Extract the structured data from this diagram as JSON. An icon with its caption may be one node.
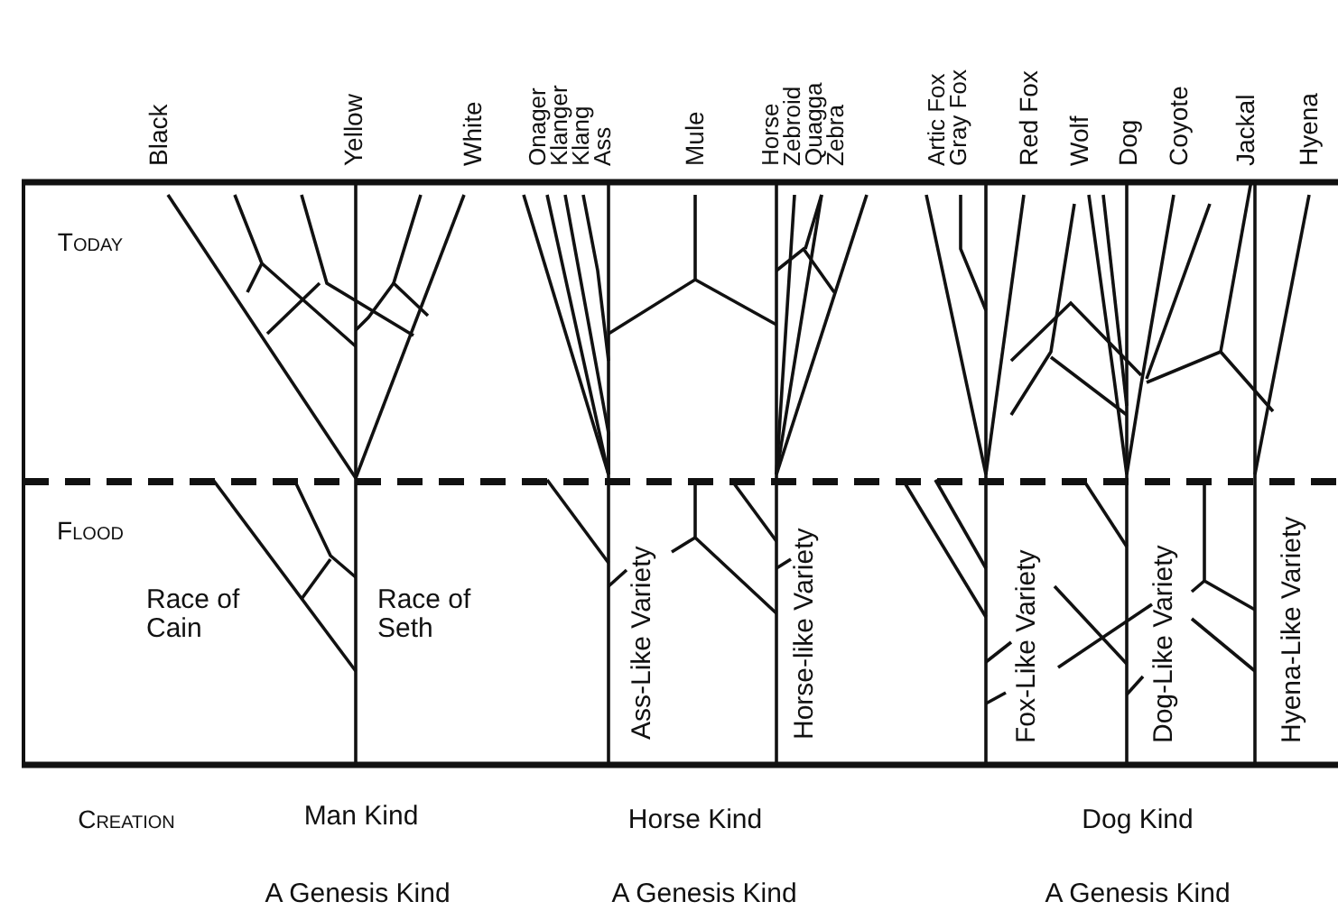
{
  "diagram": {
    "labels": [
      "Black",
      "Yellow",
      "White",
      "Onager",
      "Klanger",
      "Klang",
      "Ass",
      "Mule",
      "Horse",
      "Zebroid",
      "Quagga",
      "Zebra",
      "Artic Fox",
      "Gray Fox",
      "Red Fox",
      "Wolf",
      "Dog",
      "Coyote",
      "Jackal",
      "Hyena",
      "Today",
      "Flood",
      "Race of Cain",
      "Race of Seth",
      "Ass-Like Variety",
      "Horse-like Variety",
      "Fox-Like Variety",
      "Dog-Like Variety",
      "Hyena-Like Variety",
      "Creation",
      "Man Kind",
      "Horse Kind",
      "Dog Kind",
      "A Genesis Kind",
      "A Genesis Kind",
      "A Genesis Kind"
    ]
  }
}
